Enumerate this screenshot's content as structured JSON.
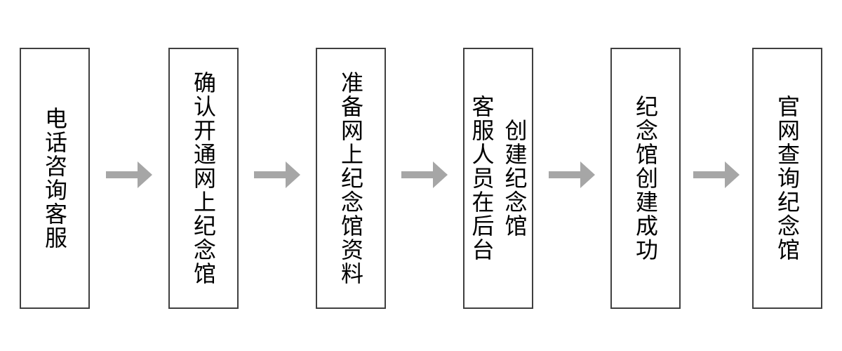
{
  "flowchart": {
    "steps": [
      {
        "id": 1,
        "lines": [
          "电话咨询客服"
        ]
      },
      {
        "id": 2,
        "lines": [
          "确认开通网上纪念馆"
        ]
      },
      {
        "id": 3,
        "lines": [
          "准备网上纪念馆资料"
        ]
      },
      {
        "id": 4,
        "lines": [
          "客服人员在后台",
          "创建纪念馆"
        ]
      },
      {
        "id": 5,
        "lines": [
          "纪念馆创建成功"
        ]
      },
      {
        "id": 6,
        "lines": [
          "官网查询纪念馆"
        ]
      }
    ],
    "connector": "arrow-right",
    "colors": {
      "background": "#ffffff",
      "box_border": "#404040",
      "text": "#000000",
      "arrow": "#a6a6a6"
    }
  }
}
